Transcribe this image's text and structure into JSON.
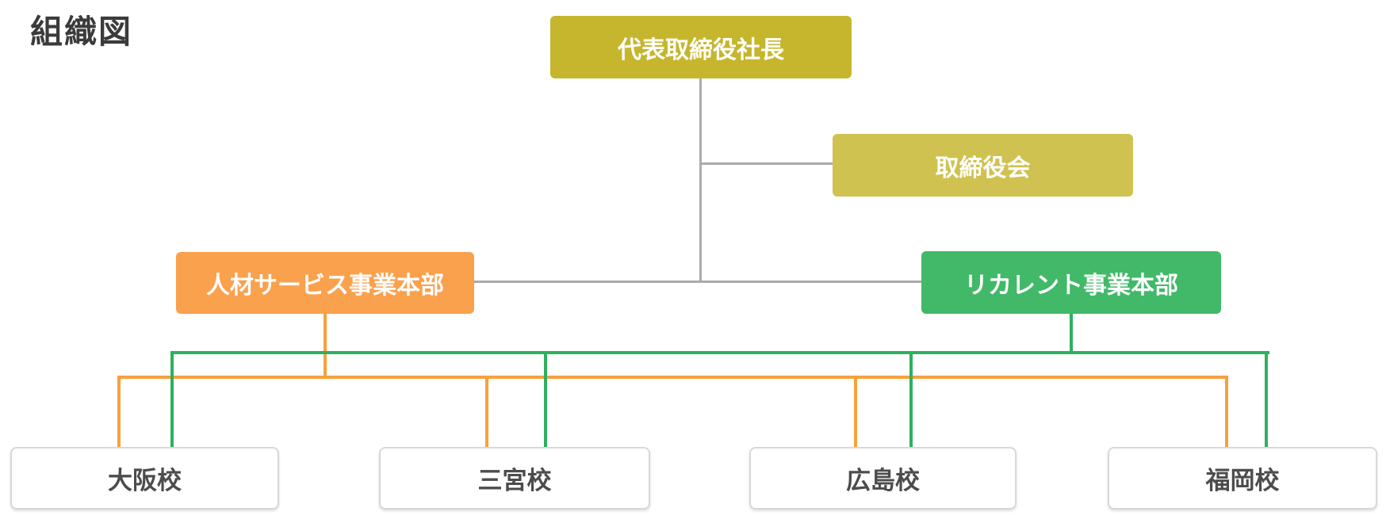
{
  "page_title": "組織図",
  "nodes": {
    "president": {
      "label": "代表取締役社長",
      "color": "#c6b62e"
    },
    "board": {
      "label": "取締役会",
      "color": "#cfc250"
    },
    "division_hr": {
      "label": "人材サービス事業本部",
      "color": "#faa14e"
    },
    "division_recurrent": {
      "label": "リカレント事業本部",
      "color": "#41b968"
    },
    "schools": [
      {
        "label": "大阪校"
      },
      {
        "label": "三宮校"
      },
      {
        "label": "広島校"
      },
      {
        "label": "福岡校"
      }
    ]
  },
  "connector_colors": {
    "hierarchy_lines": "#ababab",
    "division_hr_lines": "#f9a03c",
    "division_recurrent_lines": "#2eb05f"
  },
  "edges": [
    {
      "from": "代表取締役社長",
      "to": "取締役会"
    },
    {
      "from": "代表取締役社長",
      "to": "人材サービス事業本部"
    },
    {
      "from": "代表取締役社長",
      "to": "リカレント事業本部"
    },
    {
      "from": "人材サービス事業本部",
      "to": "大阪校"
    },
    {
      "from": "人材サービス事業本部",
      "to": "三宮校"
    },
    {
      "from": "人材サービス事業本部",
      "to": "広島校"
    },
    {
      "from": "人材サービス事業本部",
      "to": "福岡校"
    },
    {
      "from": "リカレント事業本部",
      "to": "大阪校"
    },
    {
      "from": "リカレント事業本部",
      "to": "三宮校"
    },
    {
      "from": "リカレント事業本部",
      "to": "広島校"
    },
    {
      "from": "リカレント事業本部",
      "to": "福岡校"
    }
  ]
}
